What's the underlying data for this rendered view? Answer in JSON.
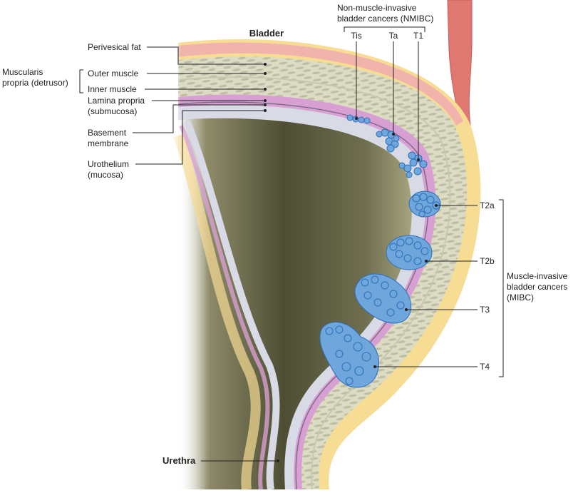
{
  "title": "Bladder",
  "urethra_label": "Urethra",
  "nmibc": {
    "heading_line1": "Non-muscle-invasive",
    "heading_line2": "bladder cancers (NMIBC)",
    "stages": [
      "Tis",
      "Ta",
      "T1"
    ]
  },
  "mibc": {
    "heading_line1": "Muscle-invasive",
    "heading_line2": "bladder cancers",
    "heading_line3": "(MIBC)",
    "stages": [
      "T2a",
      "T2b",
      "T3",
      "T4"
    ]
  },
  "layers": {
    "perivesical_fat": "Perivesical fat",
    "muscularis_line1": "Muscularis",
    "muscularis_line2": "propria (detrusor)",
    "outer_muscle": "Outer muscle",
    "inner_muscle": "Inner muscle",
    "lamina_line1": "Lamina propria",
    "lamina_line2": "(submucosa)",
    "basement_line1": "Basement",
    "basement_line2": "membrane",
    "urothelium_line1": "Urothelium",
    "urothelium_line2": "(mucosa)"
  },
  "colors": {
    "fat": "#f7dc94",
    "muscle": "#dcdcc4",
    "muscle_fiber": "#b9b9a0",
    "lamina": "#d8a0d2",
    "basement": "#7a6a86",
    "urothelium": "#d8dbe6",
    "lumen_dark": "#4f5036",
    "lumen_light": "#a09f78",
    "serosa": "#f1b4ac",
    "ureter": "#e07872",
    "tumor": "#6fa6dc",
    "tumor_edge": "#2c6fb8"
  }
}
